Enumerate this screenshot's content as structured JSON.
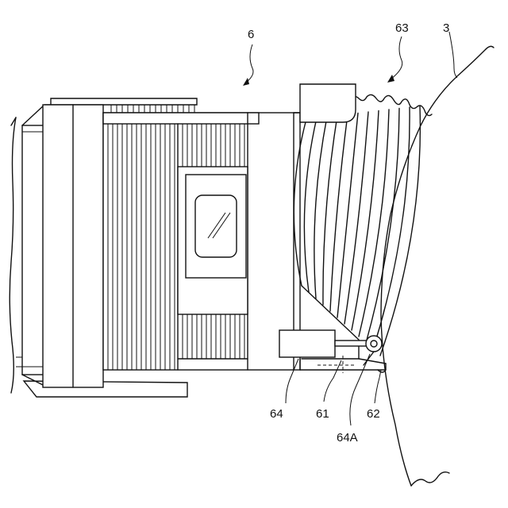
{
  "labels": {
    "door_unit": "6",
    "bellows": "63",
    "body": "3",
    "actuator": "64",
    "pivot_arm": "61",
    "shaft": "64A",
    "pin": "62"
  }
}
